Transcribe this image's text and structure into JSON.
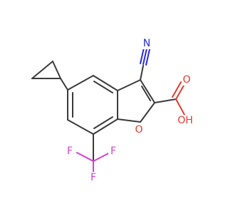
{
  "molecule": {
    "atoms": {
      "nitrogen": "N",
      "carboxyl_oxygen": "O",
      "hydroxyl": "OH",
      "ring_oxygen": "O",
      "fluorine_top_left": "F",
      "fluorine_top_right": "F",
      "fluorine_bottom": "F"
    },
    "colors": {
      "bond": "#3a3a3a",
      "nitrogen": "#2b2bd9",
      "oxygen": "#e23b2e",
      "fluorine": "#d640cf"
    }
  }
}
